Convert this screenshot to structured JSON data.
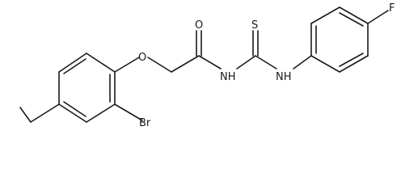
{
  "molecule": {
    "atoms": {
      "o_ether": "O",
      "o_carbonyl": "O",
      "nh_amide": "NH",
      "s_thione": "S",
      "nh_aryl": "NH",
      "br": "Br",
      "f": "F"
    }
  }
}
